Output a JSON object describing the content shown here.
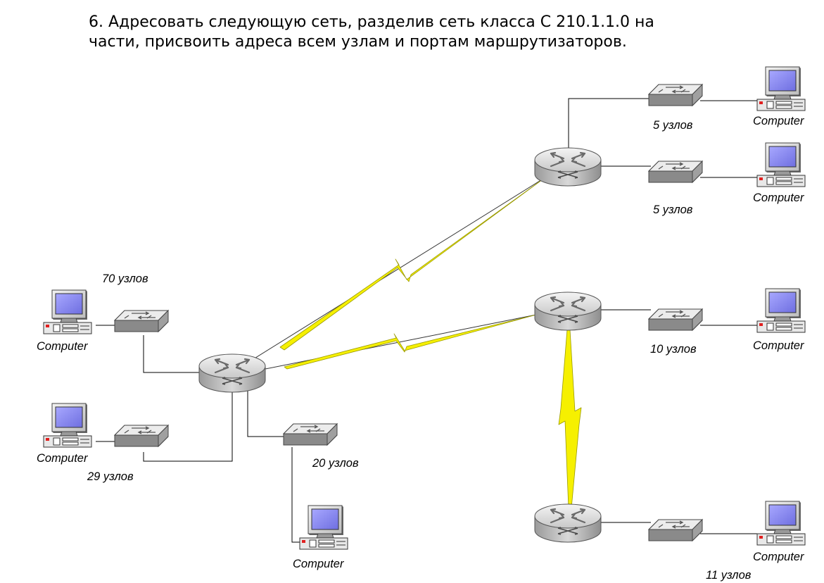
{
  "task": {
    "line1": "6. Адресовать следующую сеть, разделив сеть класса С 210.1.1.0 на",
    "line2": "части, присвоить адреса всем узлам и портам маршрутизаторов."
  },
  "computer_label": "Computer",
  "segments": [
    {
      "hosts": "5 узлов"
    },
    {
      "hosts": "5 узлов"
    },
    {
      "hosts": "10 узлов"
    },
    {
      "hosts": "11 узлов"
    },
    {
      "hosts": "70 узлов"
    },
    {
      "hosts": "29 узлов"
    },
    {
      "hosts": "20 узлов"
    }
  ],
  "colors": {
    "serial_link": "#f6f000",
    "monitor_screen": "#8c8cf0"
  }
}
